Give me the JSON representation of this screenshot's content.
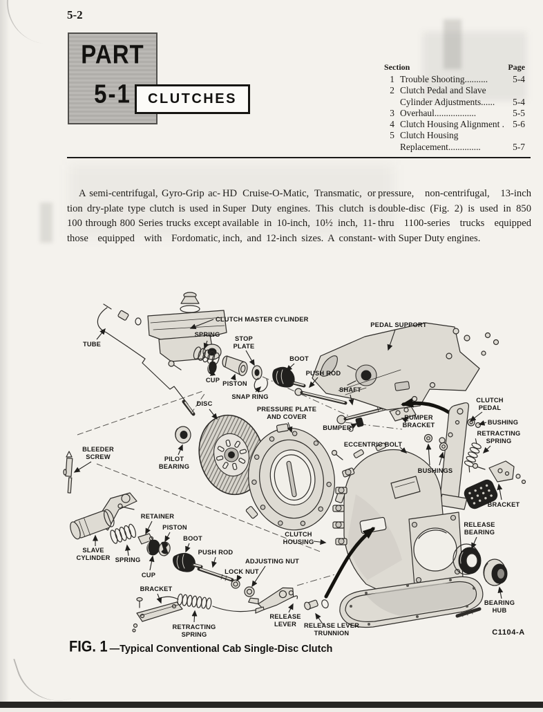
{
  "page": {
    "number": "5-2"
  },
  "header": {
    "part_label": "PART",
    "part_number": "5-1",
    "title": "CLUTCHES"
  },
  "toc": {
    "section_heading": "Section",
    "page_heading": "Page",
    "rows": [
      {
        "num": "1",
        "title": "Trouble Shooting..........",
        "page": "5-4"
      },
      {
        "num": "2",
        "title": "Clutch Pedal and Slave",
        "page": ""
      },
      {
        "num": "",
        "title": "Cylinder Adjustments......",
        "page": "5-4"
      },
      {
        "num": "3",
        "title": "Overhaul..................",
        "page": "5-5"
      },
      {
        "num": "4",
        "title": "Clutch Housing Alignment .",
        "page": "5-6"
      },
      {
        "num": "5",
        "title": "Clutch Housing",
        "page": ""
      },
      {
        "num": "",
        "title": "Replacement..............",
        "page": "5-7"
      }
    ]
  },
  "body": {
    "columns": [
      {
        "lines": [
          "A semi-centrifugal, Gyro-Grip ac-",
          "tion dry-plate type clutch is used in",
          "100 through 800 Series trucks except",
          "those equipped with Fordomatic,"
        ]
      },
      {
        "lines": [
          "HD Cruise-O-Matic, Transmatic, or",
          "Super Duty engines. This clutch is",
          "available in 10-inch, 10½ inch, 11-",
          "inch, and 12-inch sizes. A constant-"
        ]
      },
      {
        "lines": [
          "pressure, non-centrifugal, 13-inch",
          "double-disc (Fig. 2) is used in 850",
          "thru 1100-series trucks equipped",
          "with Super Duty engines."
        ]
      }
    ]
  },
  "figure": {
    "caption_fig": "FIG. 1",
    "caption_title": "—Typical Conventional Cab Single-Disc Clutch",
    "code": "C1104-A"
  },
  "diagram": {
    "labels": {
      "clutch_master_cylinder": "CLUTCH MASTER CYLINDER",
      "tube": "TUBE",
      "spring_upper": "SPRING",
      "stop_plate": [
        "STOP",
        "PLATE"
      ],
      "boot_upper": "BOOT",
      "cup_upper": "CUP",
      "piston_upper": "PISTON",
      "snap_ring": "SNAP RING",
      "push_rod_upper": "PUSH ROD",
      "shaft": "SHAFT",
      "pedal_support": "PEDAL SUPPORT",
      "disc": "DISC",
      "pressure_plate": [
        "PRESSURE PLATE",
        "AND COVER"
      ],
      "bumper": "BUMPER",
      "bumper_bracket": [
        "BUMPER",
        "BRACKET"
      ],
      "clutch_pedal": [
        "CLUTCH",
        "PEDAL"
      ],
      "bushing": "BUSHING",
      "retracting_spring_right": [
        "RETRACTING",
        "SPRING"
      ],
      "eccentric_bolt": "ECCENTRIC BOLT",
      "bushings": "BUSHINGS",
      "bracket_right": "BRACKET",
      "release_bearing": [
        "RELEASE",
        "BEARING"
      ],
      "bleeder_screw": [
        "BLEEDER",
        "SCREW"
      ],
      "pilot_bearing": [
        "PILOT",
        "BEARING"
      ],
      "retainer": "RETAINER",
      "piston_lower": "PISTON",
      "boot_lower": "BOOT",
      "push_rod_lower": "PUSH ROD",
      "slave_cylinder": [
        "SLAVE",
        "CYLINDER"
      ],
      "spring_lower": "SPRING",
      "cup_lower": "CUP",
      "bracket_lower": "BRACKET",
      "lock_nut": "LOCK NUT",
      "adjusting_nut": "ADJUSTING NUT",
      "retracting_spring_bottom": [
        "RETRACTING",
        "SPRING"
      ],
      "release_lever": [
        "RELEASE",
        "LEVER"
      ],
      "release_lever_trunnion": [
        "RELEASE LEVER",
        "TRUNNION"
      ],
      "bearing_hub": [
        "BEARING",
        "HUB"
      ],
      "clutch_housing": [
        "CLUTCH",
        "HOUSING"
      ]
    }
  }
}
